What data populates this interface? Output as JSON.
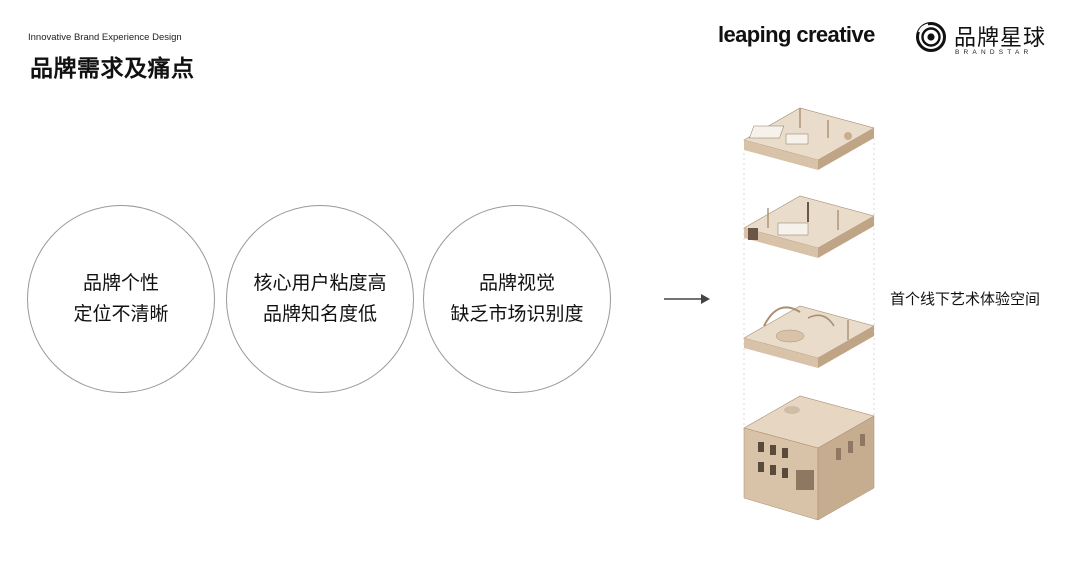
{
  "header": {
    "subtitle": "Innovative Brand Experience Design",
    "title": "品牌需求及痛点"
  },
  "brands": {
    "leaping": "leaping creative",
    "brandstar_cn": "品牌星球",
    "brandstar_en": "BRANDSTAR"
  },
  "pain_points": [
    {
      "line1": "品牌个性",
      "line2": "定位不清晰"
    },
    {
      "line1": "核心用户粘度高",
      "line2": "品牌知名度低"
    },
    {
      "line1": "品牌视觉",
      "line2": "缺乏市场识别度"
    }
  ],
  "solution": {
    "label": "首个线下艺术体验空间"
  },
  "icons": {
    "arrow": "arrow-right-icon",
    "brandstar": "brandstar-logo-icon"
  },
  "colors": {
    "floor_top": "#eadccb",
    "wall": "#d8c2a8",
    "wall_dark": "#bfa486",
    "accent_dark": "#5a4a3a"
  }
}
